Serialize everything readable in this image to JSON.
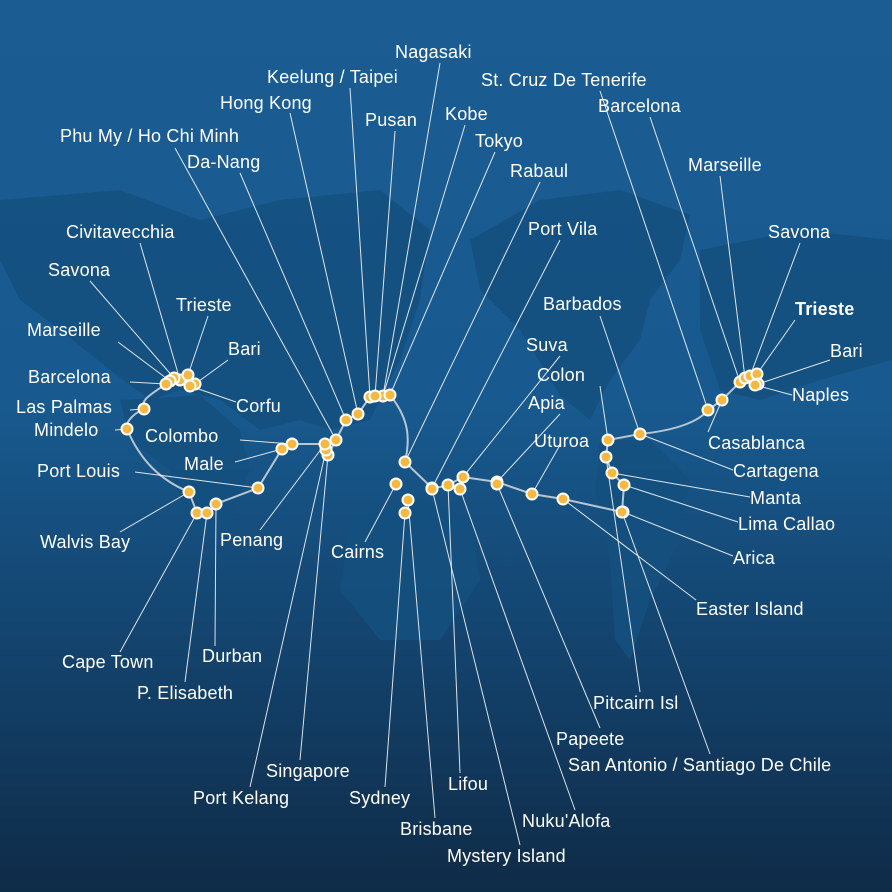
{
  "map": {
    "colors": {
      "ocean": "#1b5d93",
      "land": "#14507f",
      "route": "#c9d3dc",
      "dot": "#f5b942",
      "dot_border": "#ffffff",
      "label": "#ffffff",
      "line": "#ffffff"
    },
    "ports": [
      {
        "name": "Nagasaki"
      },
      {
        "name": "Keelung / Taipei"
      },
      {
        "name": "Hong Kong"
      },
      {
        "name": "Pusan"
      },
      {
        "name": "Kobe"
      },
      {
        "name": "Tokyo"
      },
      {
        "name": "Phu My / Ho Chi Minh"
      },
      {
        "name": "Da-Nang"
      },
      {
        "name": "Rabaul"
      },
      {
        "name": "Port Vila"
      },
      {
        "name": "St. Cruz De Tenerife"
      },
      {
        "name": "Barcelona"
      },
      {
        "name": "Marseille"
      },
      {
        "name": "Savona"
      },
      {
        "name": "Trieste",
        "highlight": true
      },
      {
        "name": "Bari"
      },
      {
        "name": "Naples"
      },
      {
        "name": "Casablanca"
      },
      {
        "name": "Cartagena"
      },
      {
        "name": "Manta"
      },
      {
        "name": "Lima Callao"
      },
      {
        "name": "Arica"
      },
      {
        "name": "Easter Island"
      },
      {
        "name": "Barbados"
      },
      {
        "name": "Colon"
      },
      {
        "name": "Suva"
      },
      {
        "name": "Apia"
      },
      {
        "name": "Uturoa"
      },
      {
        "name": "Pitcairn Isl"
      },
      {
        "name": "Papeete"
      },
      {
        "name": "San Antonio / Santiago De Chile"
      },
      {
        "name": "Nuku'Alofa"
      },
      {
        "name": "Mystery Island"
      },
      {
        "name": "Brisbane"
      },
      {
        "name": "Lifou"
      },
      {
        "name": "Sydney"
      },
      {
        "name": "Cairns"
      },
      {
        "name": "Singapore"
      },
      {
        "name": "Port Kelang"
      },
      {
        "name": "Penang"
      },
      {
        "name": "Colombo"
      },
      {
        "name": "Male"
      },
      {
        "name": "Port Louis"
      },
      {
        "name": "Walvis Bay"
      },
      {
        "name": "Cape Town"
      },
      {
        "name": "P. Elisabeth"
      },
      {
        "name": "Durban"
      },
      {
        "name": "Civitavecchia"
      },
      {
        "name": "Savona"
      },
      {
        "name": "Trieste"
      },
      {
        "name": "Marseille"
      },
      {
        "name": "Bari"
      },
      {
        "name": "Barcelona"
      },
      {
        "name": "Corfu"
      },
      {
        "name": "Las Palmas"
      },
      {
        "name": "Mindelo"
      }
    ]
  }
}
